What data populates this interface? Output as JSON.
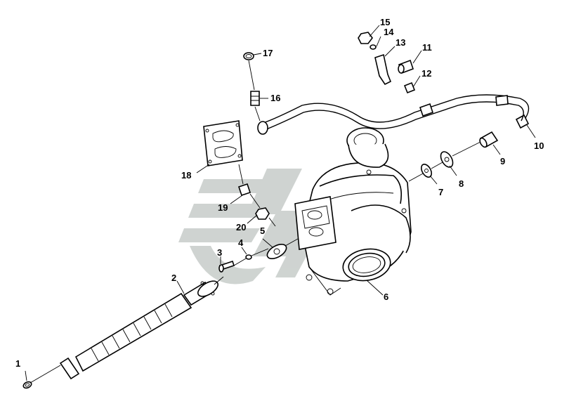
{
  "colors": {
    "ink": "#000000",
    "watermark": "#c7ccc9",
    "background": "#ffffff"
  },
  "watermark": {
    "name": "brand-logo-watermark"
  },
  "parts": [
    {
      "id": "p1",
      "label": "1"
    },
    {
      "id": "p2",
      "label": "2"
    },
    {
      "id": "p3",
      "label": "3"
    },
    {
      "id": "p4",
      "label": "4"
    },
    {
      "id": "p5",
      "label": "5"
    },
    {
      "id": "p6",
      "label": "6"
    },
    {
      "id": "p7",
      "label": "7"
    },
    {
      "id": "p8",
      "label": "8"
    },
    {
      "id": "p9",
      "label": "9"
    },
    {
      "id": "p10",
      "label": "10"
    },
    {
      "id": "p11",
      "label": "11"
    },
    {
      "id": "p12",
      "label": "12"
    },
    {
      "id": "p13",
      "label": "13"
    },
    {
      "id": "p14",
      "label": "14"
    },
    {
      "id": "p15",
      "label": "15"
    },
    {
      "id": "p16",
      "label": "16"
    },
    {
      "id": "p17",
      "label": "17"
    },
    {
      "id": "p18",
      "label": "18"
    },
    {
      "id": "p19",
      "label": "19"
    },
    {
      "id": "p20",
      "label": "20"
    }
  ]
}
